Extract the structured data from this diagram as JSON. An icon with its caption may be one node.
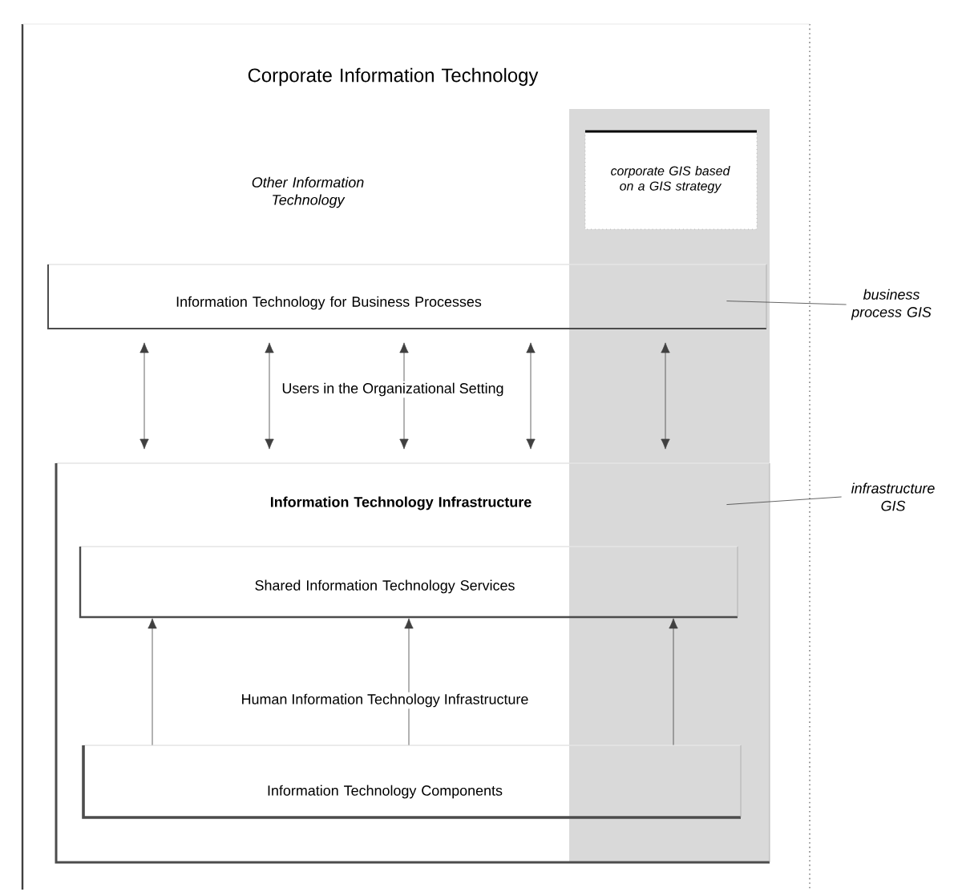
{
  "diagram": {
    "nodes": [
      {
        "text": [
          "Corporate Information Technology"
        ]
      },
      {
        "text": [],
        "shape": "bar",
        "in": 0
      },
      {
        "text": [
          "corporate GIS based on a GIS strategy"
        ],
        "in": 1
      },
      {
        "text": [
          "Information Technology for Business Processes"
        ],
        "in": 0
      },
      {
        "text": [
          "Information Technology Infrastructure"
        ],
        "in": 0
      },
      {
        "text": [
          "Shared Information Technology Services"
        ],
        "in": 4
      },
      {
        "text": [
          "Information Technology Components"
        ],
        "in": 4
      },
      {
        "text": [
          "business process GIS"
        ]
      },
      {
        "text": [
          "infrastructure GIS"
        ]
      }
    ],
    "edges": [
      {
        "from": 3,
        "to": 4,
        "arrow": "both"
      },
      {
        "from": 3,
        "to": 4,
        "arrow": "both"
      },
      {
        "from": 3,
        "to": 4,
        "arrow": "both"
      },
      {
        "from": 3,
        "to": 4,
        "arrow": "both"
      },
      {
        "from": 3,
        "to": 4,
        "arrow": "both"
      },
      {
        "from": 6,
        "to": 5,
        "arrow": "to"
      },
      {
        "from": 6,
        "to": 5,
        "arrow": "to"
      },
      {
        "from": 6,
        "to": 5,
        "arrow": "to"
      },
      {
        "from": 7,
        "to": 3,
        "arrow": "none"
      },
      {
        "from": 8,
        "to": 4,
        "arrow": "none"
      }
    ],
    "labels": [
      "Other Information Technology",
      "Users in the Organizational Setting",
      "Human Information Technology Infrastructure"
    ]
  }
}
